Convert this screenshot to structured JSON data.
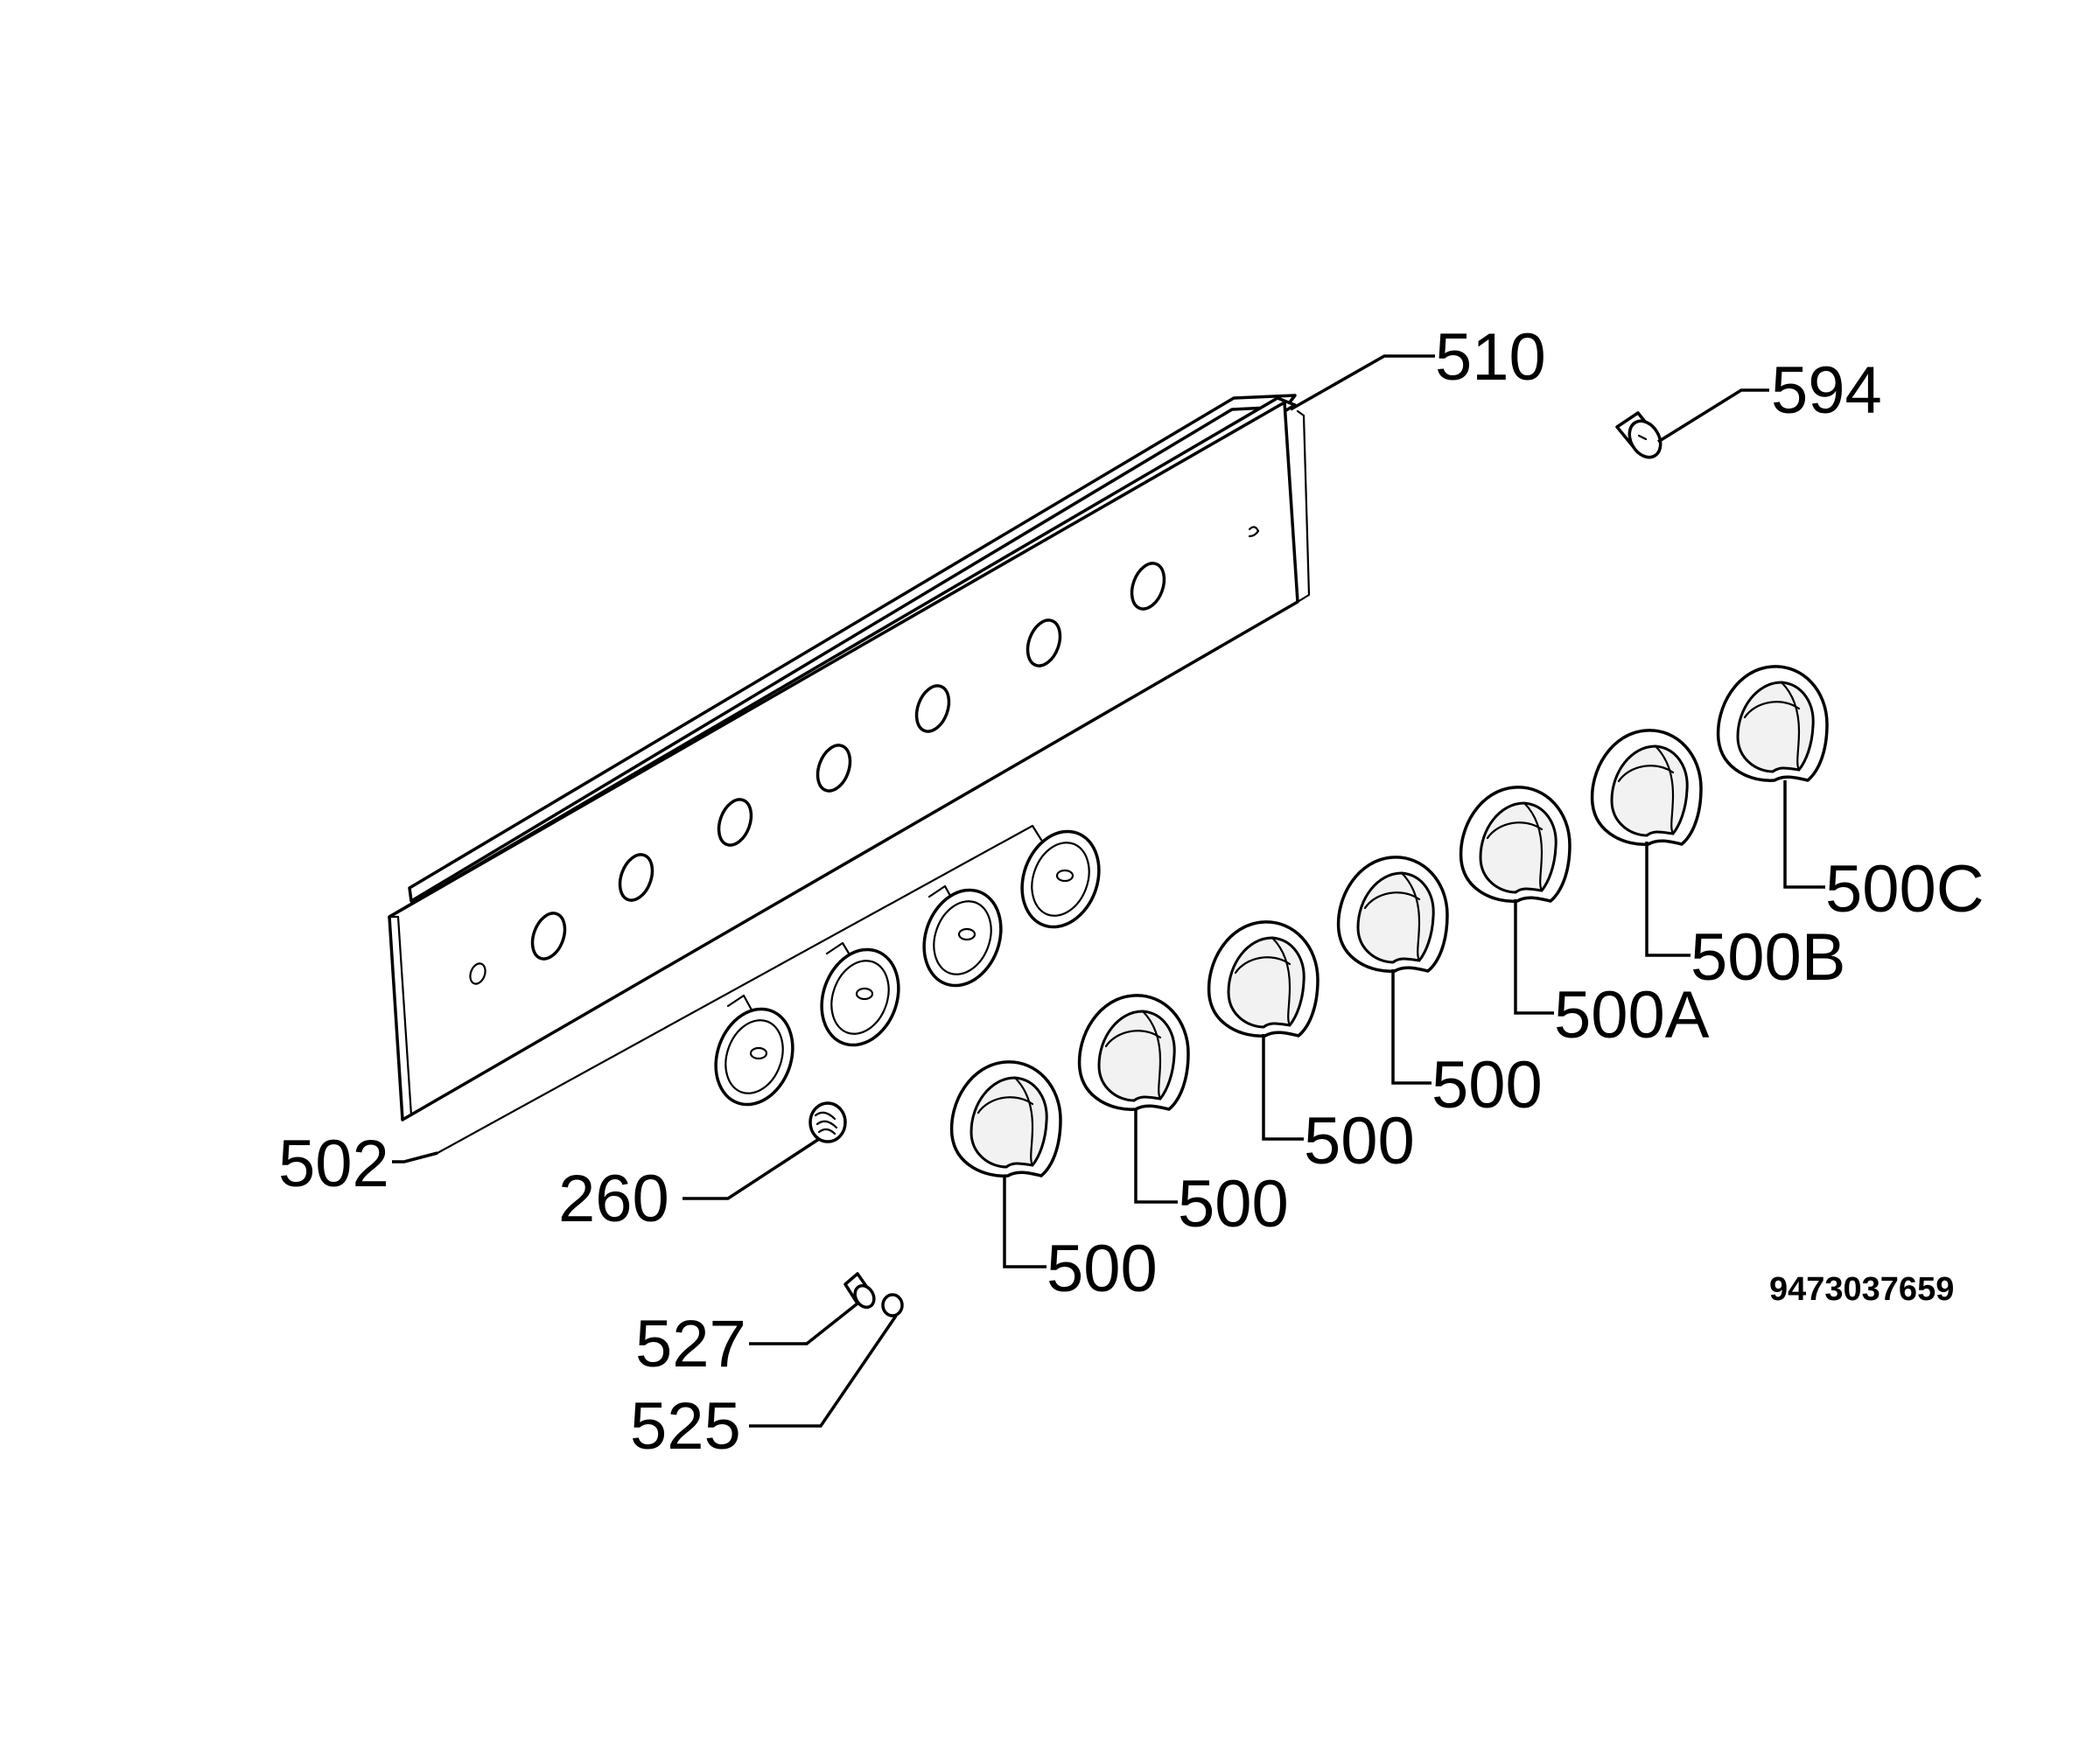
{
  "diagram": {
    "callouts": [
      {
        "id": "c510",
        "label": "510"
      },
      {
        "id": "c594",
        "label": "594"
      },
      {
        "id": "c502",
        "label": "502"
      },
      {
        "id": "c260",
        "label": "260"
      },
      {
        "id": "c527",
        "label": "527"
      },
      {
        "id": "c525",
        "label": "525"
      },
      {
        "id": "c500a",
        "label": "500"
      },
      {
        "id": "c500b",
        "label": "500"
      },
      {
        "id": "c500c",
        "label": "500"
      },
      {
        "id": "c500d",
        "label": "500"
      },
      {
        "id": "c500A",
        "label": "500A"
      },
      {
        "id": "c500B",
        "label": "500B"
      },
      {
        "id": "c500C",
        "label": "500C"
      }
    ],
    "drawing_code": "9473037659",
    "line_color": "#000000",
    "background_color": "#ffffff"
  }
}
